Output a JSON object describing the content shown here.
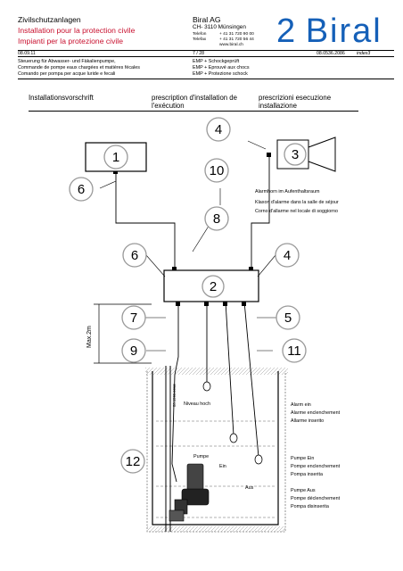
{
  "header": {
    "title": "Zivilschutzanlagen",
    "subtitle_fr": "Installation pour la protection civile",
    "subtitle_it": "Impianti per la protezione civile",
    "date": "08.09.11",
    "company": "Biral AG",
    "address": "CH- 3110 Münsingen",
    "phone_label": "Telefon",
    "phone": "+ 41 31 720 90 00",
    "fax_label": "Telefax",
    "fax": "+ 41 31 720 56 44",
    "web": "www.biral.ch",
    "page": "7 / 28",
    "brand_number": "2",
    "brand_name": "Biral",
    "doc_ref": "08.0536.2086",
    "index": "index3",
    "desc_de": "Steuerung für Abwasser- und Fäkalienpumpe,",
    "desc_fr": "Commande de pompe eaux chargées et matières fécales",
    "desc_it": "Comando per pompa per acque luride e fecali",
    "emp_de": "EMP + Schockgeprüft",
    "emp_fr": "EMP + Eprouvé aux chocs",
    "emp_it": "EMP + Protezione schock"
  },
  "columns": {
    "de": "Installationsvorschrift",
    "fr_1": "prescription d'installation de",
    "fr_2": "l'exécution",
    "it_1": "prescrizioni esecuzione",
    "it_2": "installazione"
  },
  "diagram": {
    "callouts": [
      "1",
      "2",
      "3",
      "4",
      "5",
      "6",
      "7",
      "8",
      "9",
      "10",
      "11",
      "12",
      "4",
      "6"
    ],
    "horn_label_de": "Alarmhorn im Aufenthaltsraum",
    "horn_label_fr": "Klaxon d'alarme dans la salle de séjour",
    "horn_label_it": "Corno d'allarme nel locale di soggiorno",
    "max_height": "Max.2m",
    "niveau_hoch": "Niveau hoch",
    "pumpe": "Pumpe",
    "ein": "Ein",
    "aus": "Aus",
    "side_ref": "08.1590.0068",
    "alarm_de": "Alarm ein",
    "alarm_fr": "Alarme enclenchement",
    "alarm_it": "Allarme inserito",
    "pump_on_de": "Pumpe Ein",
    "pump_on_fr": "Pompe enclenchement",
    "pump_on_it": "Pompa inserita",
    "pump_off_de": "Pumpe Aus",
    "pump_off_fr": "Pompe déclenchement",
    "pump_off_it": "Pompa disinserita"
  }
}
